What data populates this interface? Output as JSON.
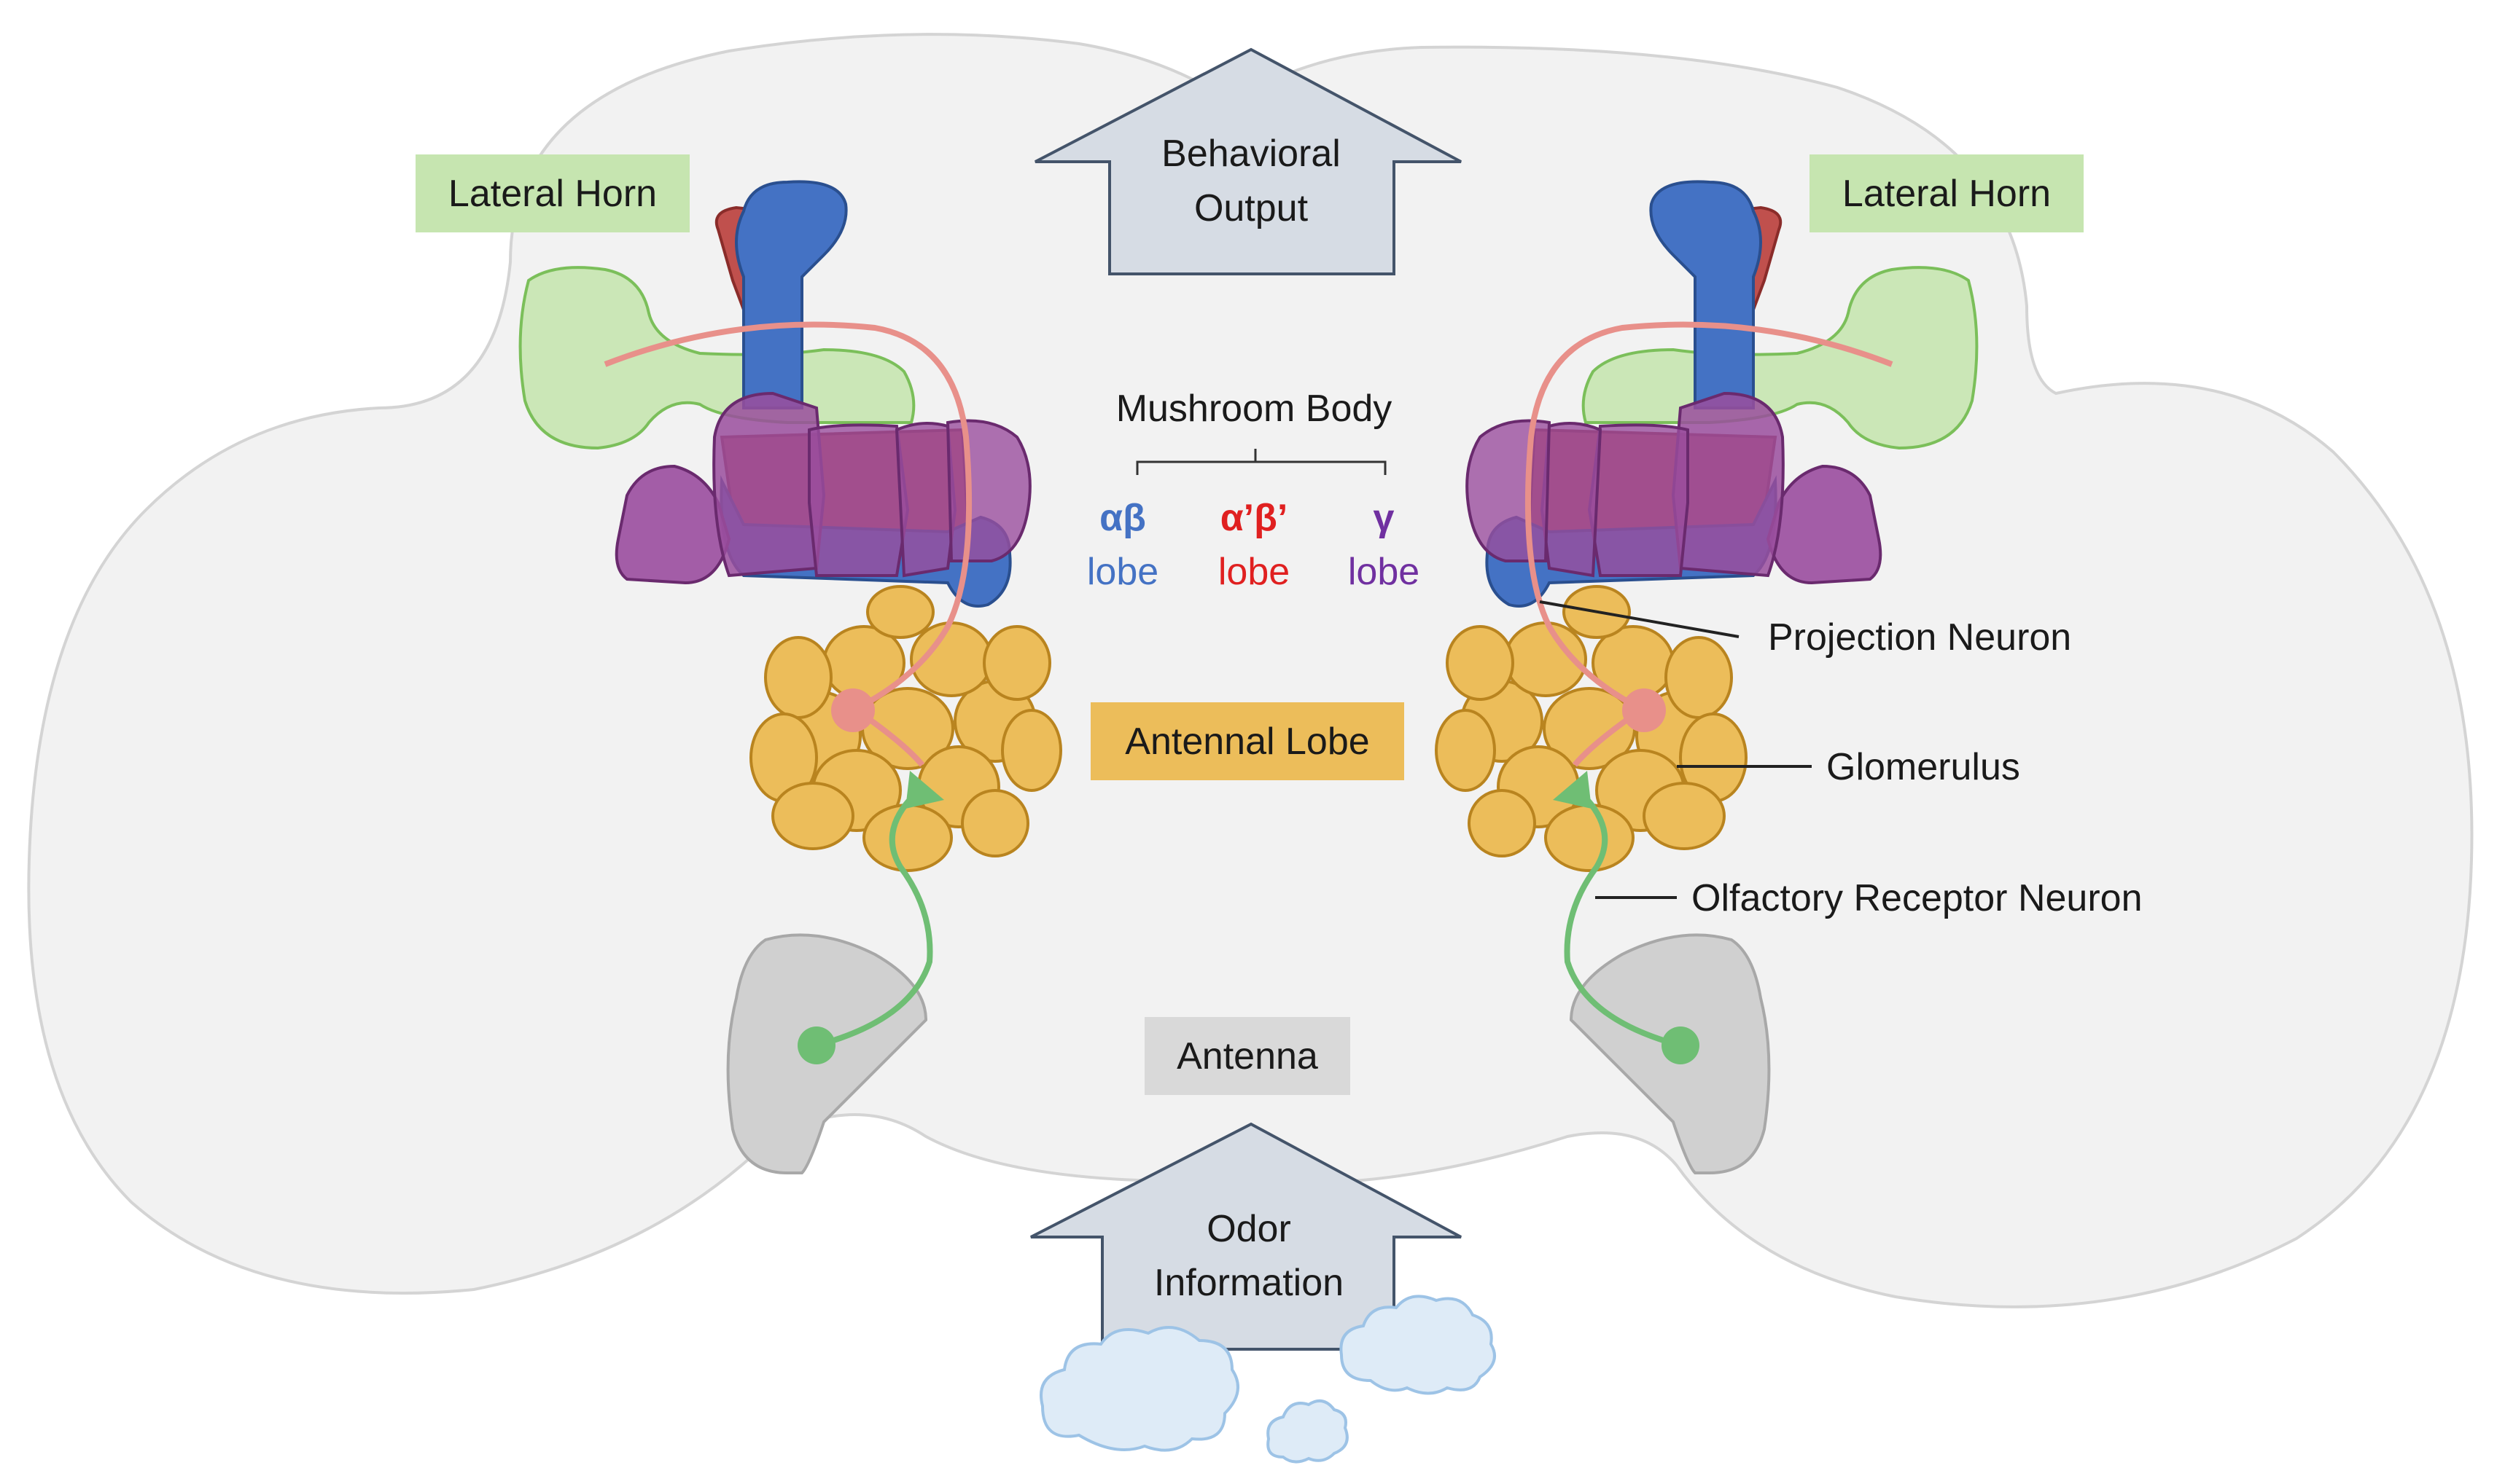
{
  "labels": {
    "behavioral_output": [
      "Behavioral",
      "Output"
    ],
    "odor_information": [
      "Odor",
      "Information"
    ],
    "lateral_horn": "Lateral Horn",
    "mushroom_body": "Mushroom Body",
    "antennal_lobe": "Antennal Lobe",
    "antenna": "Antenna",
    "projection_neuron": "Projection Neuron",
    "glomerulus": "Glomerulus",
    "olfactory_receptor_neuron": "Olfactory Receptor Neuron"
  },
  "lobes": [
    {
      "name": "αβ",
      "word": "lobe",
      "color": "#4472c4"
    },
    {
      "name": "α’β’",
      "word": "lobe",
      "color": "#e02020"
    },
    {
      "name": "γ",
      "word": "lobe",
      "color": "#7030a0"
    }
  ],
  "colors": {
    "brain": "#f2f2f2",
    "lateral_horn": "#c6e5b0",
    "alpha_beta": "#4472c4",
    "alpha_prime_beta_prime": "#c0504d",
    "gamma": "#8e4a9c",
    "glomerulus": "#ecbd5a",
    "projection_neuron": "#e8908a",
    "receptor_neuron": "#6fbe74",
    "antenna": "#d0d0d0",
    "arrow": "#d6dce4",
    "cloud": "#deebf7"
  }
}
